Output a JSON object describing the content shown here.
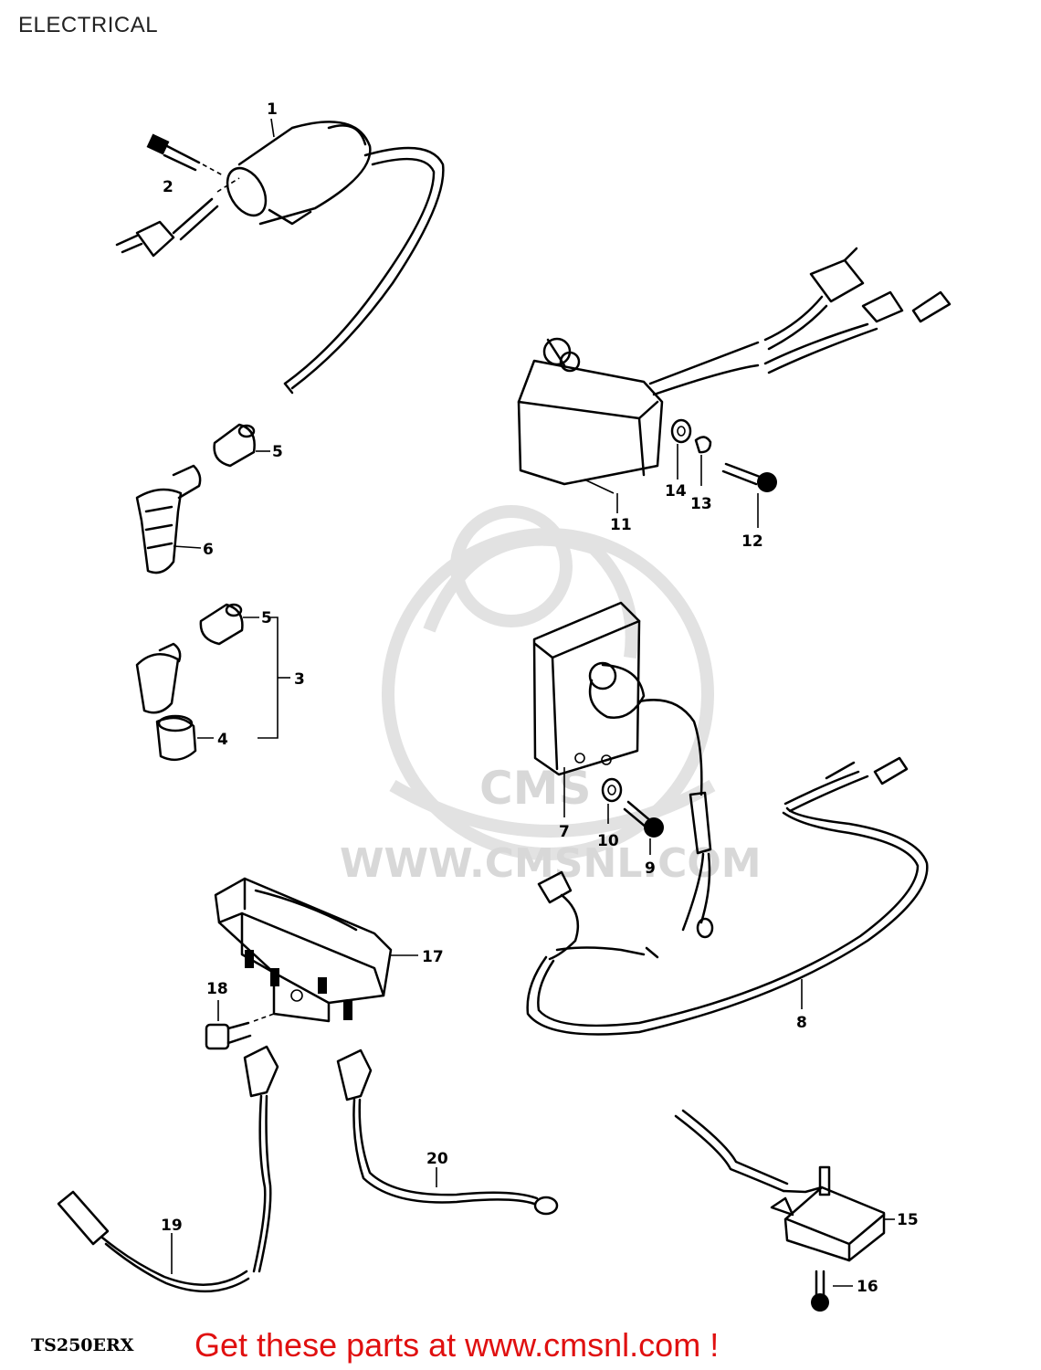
{
  "header": {
    "title": "ELECTRICAL"
  },
  "watermark": {
    "text": "WWW.CMSNL.COM",
    "logo_text": "CMS"
  },
  "callouts": [
    {
      "id": "1",
      "part": "ignition-coil"
    },
    {
      "id": "2",
      "part": "coil-bolt"
    },
    {
      "id": "5",
      "part": "plug-cap-seal-upper"
    },
    {
      "id": "6",
      "part": "spark-plug-cap"
    },
    {
      "id": "5",
      "part": "plug-cap-seal-lower"
    },
    {
      "id": "3",
      "part": "plug-cap-assy"
    },
    {
      "id": "4",
      "part": "plug-cap-boot"
    },
    {
      "id": "11",
      "part": "cdi-unit"
    },
    {
      "id": "14",
      "part": "washer"
    },
    {
      "id": "13",
      "part": "lock-washer"
    },
    {
      "id": "12",
      "part": "screw"
    },
    {
      "id": "7",
      "part": "flasher-relay-bracket"
    },
    {
      "id": "10",
      "part": "washer"
    },
    {
      "id": "9",
      "part": "screw"
    },
    {
      "id": "8",
      "part": "wiring-lead"
    },
    {
      "id": "17",
      "part": "regulator-rectifier"
    },
    {
      "id": "18",
      "part": "bolt"
    },
    {
      "id": "20",
      "part": "ground-lead"
    },
    {
      "id": "19",
      "part": "lead-wire"
    },
    {
      "id": "15",
      "part": "switch-unit"
    },
    {
      "id": "16",
      "part": "screw"
    }
  ],
  "footer": {
    "model_code": "TS250ERX",
    "promo_text": "Get these parts at www.cmsnl.com !"
  }
}
